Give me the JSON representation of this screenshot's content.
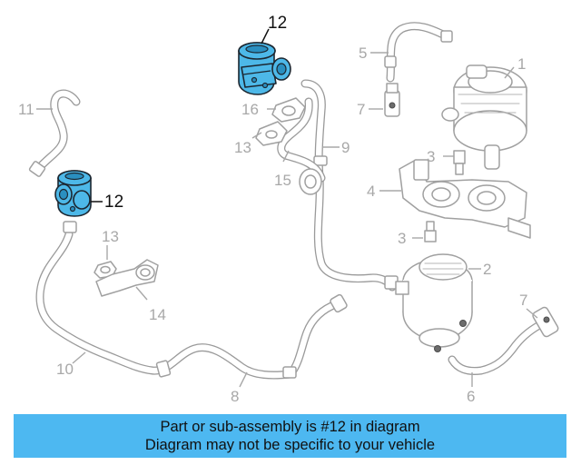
{
  "diagram": {
    "highlight_color": "#4db8e8",
    "callouts": [
      {
        "id": "c1",
        "label": "1"
      },
      {
        "id": "c2",
        "label": "2"
      },
      {
        "id": "c3a",
        "label": "3"
      },
      {
        "id": "c3b",
        "label": "3"
      },
      {
        "id": "c4",
        "label": "4"
      },
      {
        "id": "c5",
        "label": "5"
      },
      {
        "id": "c6",
        "label": "6"
      },
      {
        "id": "c7a",
        "label": "7"
      },
      {
        "id": "c7b",
        "label": "7"
      },
      {
        "id": "c8",
        "label": "8"
      },
      {
        "id": "c9",
        "label": "9"
      },
      {
        "id": "c10",
        "label": "10"
      },
      {
        "id": "c11",
        "label": "11"
      },
      {
        "id": "c12a",
        "label": "12"
      },
      {
        "id": "c12b",
        "label": "12"
      },
      {
        "id": "c13a",
        "label": "13"
      },
      {
        "id": "c13b",
        "label": "13"
      },
      {
        "id": "c14",
        "label": "14"
      },
      {
        "id": "c15",
        "label": "15"
      },
      {
        "id": "c16",
        "label": "16"
      }
    ]
  },
  "banner": {
    "color": "#4db8f1",
    "line1": "Part or sub-assembly is #12 in diagram",
    "line2": "Diagram may not be specific to your vehicle"
  }
}
